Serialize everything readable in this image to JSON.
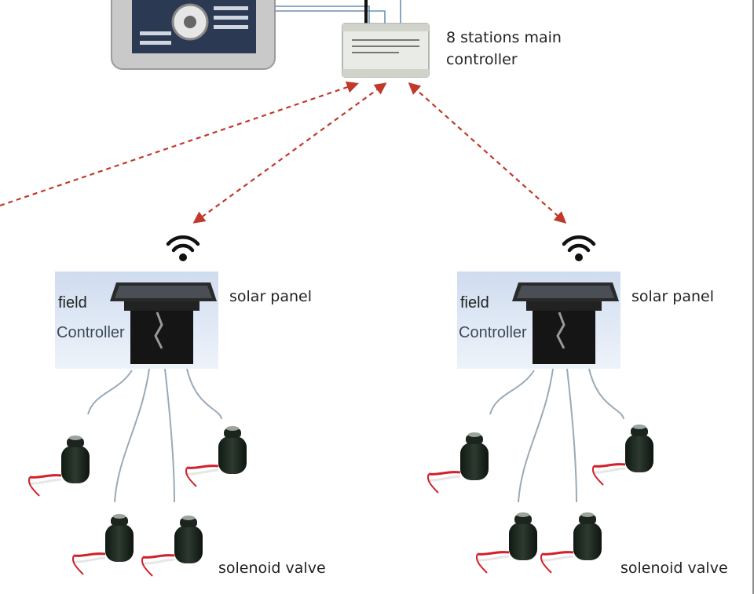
{
  "labels": {
    "main_controller_line1": "8 stations main",
    "main_controller_line2": "controller",
    "solar_panel": "solar panel",
    "field": "field",
    "controller": "Controller",
    "solenoid_valve": "solenoid valve"
  },
  "colors": {
    "link": "#c0392b",
    "wifi": "#111111",
    "wire": "#9aaab8",
    "panel_bg": "#dfe8f4"
  },
  "icons": [
    "wifi-icon",
    "solenoid-valve-icon",
    "solar-panel-icon",
    "irrigation-timer-icon",
    "relay-board-icon"
  ]
}
